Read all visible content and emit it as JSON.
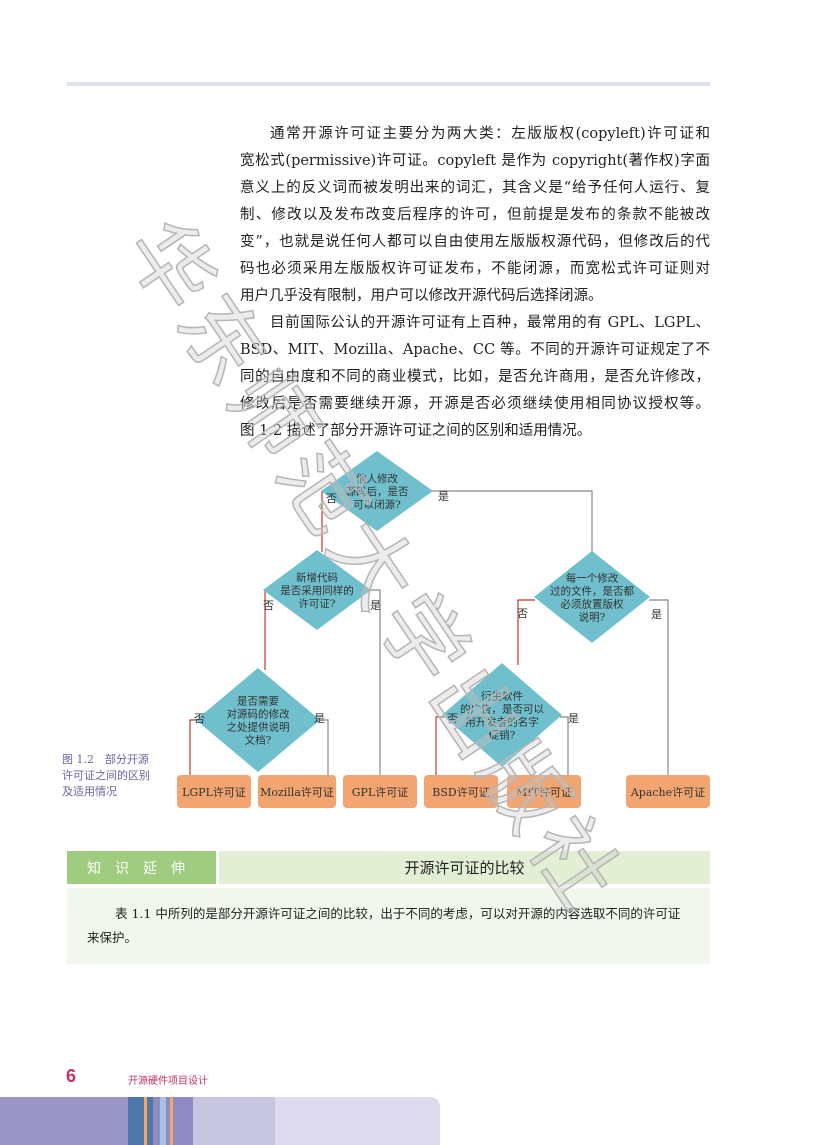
{
  "paragraphs": [
    [
      "通常开源许可证主要分为两大类：左版版权(copyleft)许可证和",
      "宽松式(permissive)许可证。copyleft 是作为 copyright(著作权)字面",
      "意义上的反义词而被发明出来的词汇，其含义是“给予任何人运行、复",
      "制、修改以及发布改变后程序的许可，但前提是发布的条款不能被改",
      "变”，也就是说任何人都可以自由使用左版版权源代码，但修改后的代",
      "码也必须采用左版版权许可证发布，不能闭源，而宽松式许可证则对",
      "用户几乎没有限制，用户可以修改开源代码后选择闭源。"
    ],
    [
      "目前国际公认的开源许可证有上百种，最常用的有 GPL、LGPL、",
      "BSD、MIT、Mozilla、Apache、CC 等。不同的开源许可证规定了不",
      "同的自由度和不同的商业模式，比如，是否允许商用，是否允许修改，",
      "修改后是否需要继续开源，开源是否必须继续使用相同协议授权等。",
      "图 1.2 描述了部分开源许可证之间的区别和适用情况。"
    ]
  ],
  "figure": {
    "caption": [
      "图 1.2　部分开源",
      "许可证之间的区别",
      "及适用情况"
    ],
    "nodes": {
      "q1": [
        "他人修改",
        "源码后，是否",
        "可以闭源?"
      ],
      "q2": [
        "新增代码",
        "是否采用同样的",
        "许可证?"
      ],
      "q3": [
        "每一个修改",
        "过的文件，是否都",
        "必须放置版权",
        "说明?"
      ],
      "q4": [
        "是否需要",
        "对源码的修改",
        "之处提供说明",
        "文档?"
      ],
      "q5": [
        "衍生软件",
        "的广告，是否可以",
        "用开发者的名字",
        "促销?"
      ]
    },
    "yes": "是",
    "no": "否",
    "licenses": [
      "LGPL许可证",
      "Mozilla许可证",
      "GPL许可证",
      "BSD许可证",
      "MIT许可证",
      "Apache许可证"
    ]
  },
  "knowledge": {
    "tag": "知识延伸",
    "title": "开源许可证的比较",
    "body": "表 1.1 中所列的是部分开源许可证之间的比较，出于不同的考虑，可以对开源的内容选取不同的许可证来保护。"
  },
  "footer": {
    "page": "6",
    "book": "开源硬件项目设计"
  },
  "watermark": "华东师范大学出版社",
  "colors": {
    "diamond": "#6fbfcc",
    "box": "#f2a571",
    "accent": "#c8306b"
  }
}
